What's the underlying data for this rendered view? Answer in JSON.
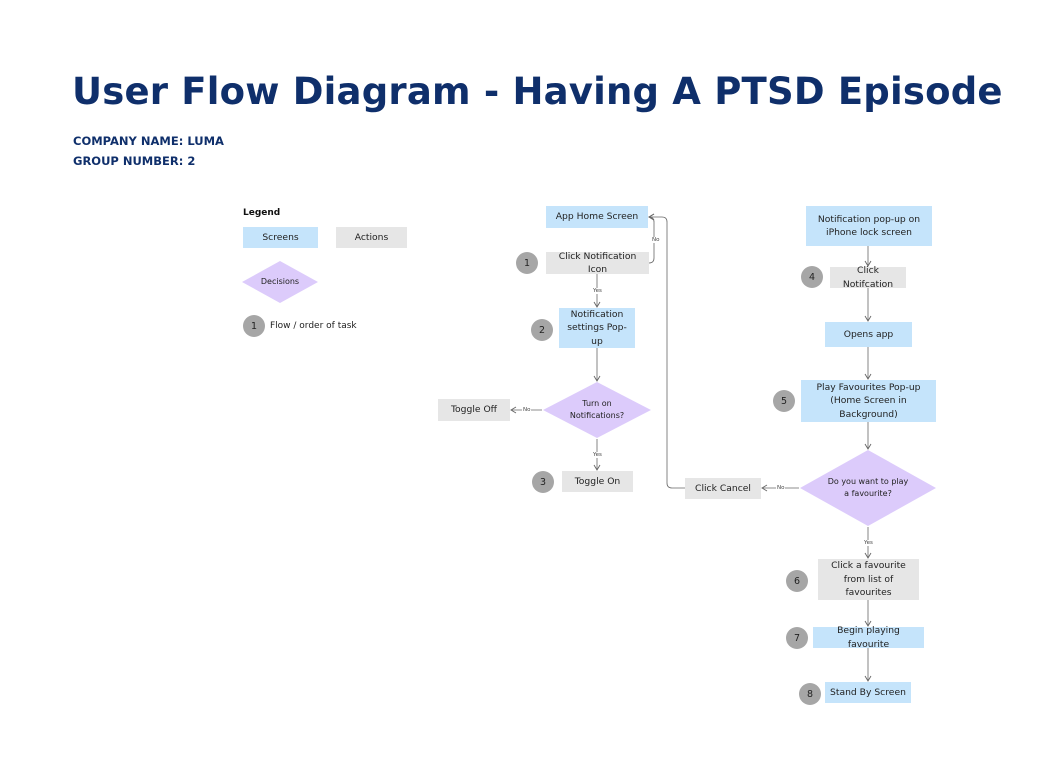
{
  "header": {
    "title": "User Flow Diagram - Having A PTSD Episode",
    "company": "COMPANY NAME: LUMA",
    "group": "GROUP NUMBER: 2"
  },
  "legend": {
    "title": "Legend",
    "screens": "Screens",
    "actions": "Actions",
    "decisions": "Decisions",
    "flow_number": "1",
    "flow_label": "Flow / order of task"
  },
  "colors": {
    "title": "#0f2f6b",
    "screen": "#c5e4fb",
    "action": "#e6e6e6",
    "decision": "#dccbfb",
    "step_circle": "#a6a6a6",
    "connector": "#666666"
  },
  "flow_left": {
    "home_screen": "App Home Screen",
    "click_notification_icon": "Click Notification Icon",
    "notification_settings_popup": "Notification settings Pop-up",
    "decision_turn_on": "Turn on Notifications?",
    "toggle_off": "Toggle Off",
    "toggle_on": "Toggle On",
    "steps": [
      "1",
      "2",
      "3"
    ],
    "labels": {
      "no_to_home": "No",
      "yes_to_settings": "Yes",
      "no_toggle_off": "No",
      "yes_toggle_on": "Yes"
    }
  },
  "flow_right": {
    "lock_screen_notification": "Notification pop-up on iPhone lock screen",
    "click_notification": "Click Notifcation",
    "opens_app": "Opens app",
    "play_favourites_popup": "Play Favourites Pop-up (Home Screen in Background)",
    "decision_play_favourite": "Do you want to play a favourite?",
    "click_cancel": "Click Cancel",
    "click_favourite": "Click a favourite from list of favourites",
    "begin_playing": "Begin playing favourite",
    "stand_by": "Stand By Screen",
    "steps": [
      "4",
      "5",
      "6",
      "7",
      "8"
    ],
    "labels": {
      "no_cancel": "No",
      "yes_favourite": "Yes"
    }
  }
}
